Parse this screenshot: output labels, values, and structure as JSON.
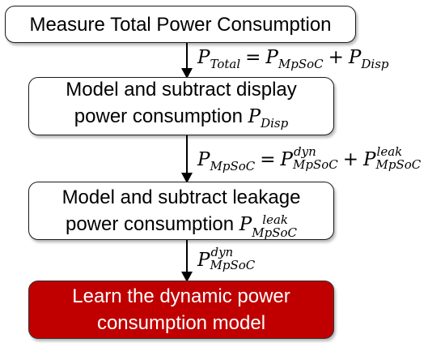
{
  "steps": [
    {
      "lines": [
        "Measure Total Power Consumption"
      ]
    },
    {
      "lines": [
        "Model and subtract display",
        "power consumption"
      ],
      "math": {
        "symbol": "P",
        "sub": "Disp"
      }
    },
    {
      "lines": [
        "Model and subtract leakage",
        "power consumption"
      ],
      "math": {
        "symbol": "P",
        "sup": "leak",
        "sub": "MpSoC"
      }
    },
    {
      "lines": [
        "Learn the dynamic power",
        "consumption model"
      ]
    }
  ],
  "equations": [
    {
      "lhs": {
        "symbol": "P",
        "sub": "Total"
      },
      "op": "=",
      "term1": {
        "symbol": "P",
        "sub": "MpSoC"
      },
      "plus": "+",
      "term2": {
        "symbol": "P",
        "sub": "Disp"
      }
    },
    {
      "lhs": {
        "symbol": "P",
        "sub": "MpSoC"
      },
      "op": "=",
      "term1": {
        "symbol": "P",
        "sup": "dyn",
        "sub": "MpSoC"
      },
      "plus": "+",
      "term2": {
        "symbol": "P",
        "sup": "leak",
        "sub": "MpSoC"
      }
    },
    {
      "lhs": {
        "symbol": "P",
        "sup": "dyn",
        "sub": "MpSoC"
      }
    }
  ],
  "colors": {
    "final_box_fill": "#c00000",
    "final_box_text": "#ffffff",
    "box_fill": "#ffffff",
    "arrow": "#000000"
  }
}
